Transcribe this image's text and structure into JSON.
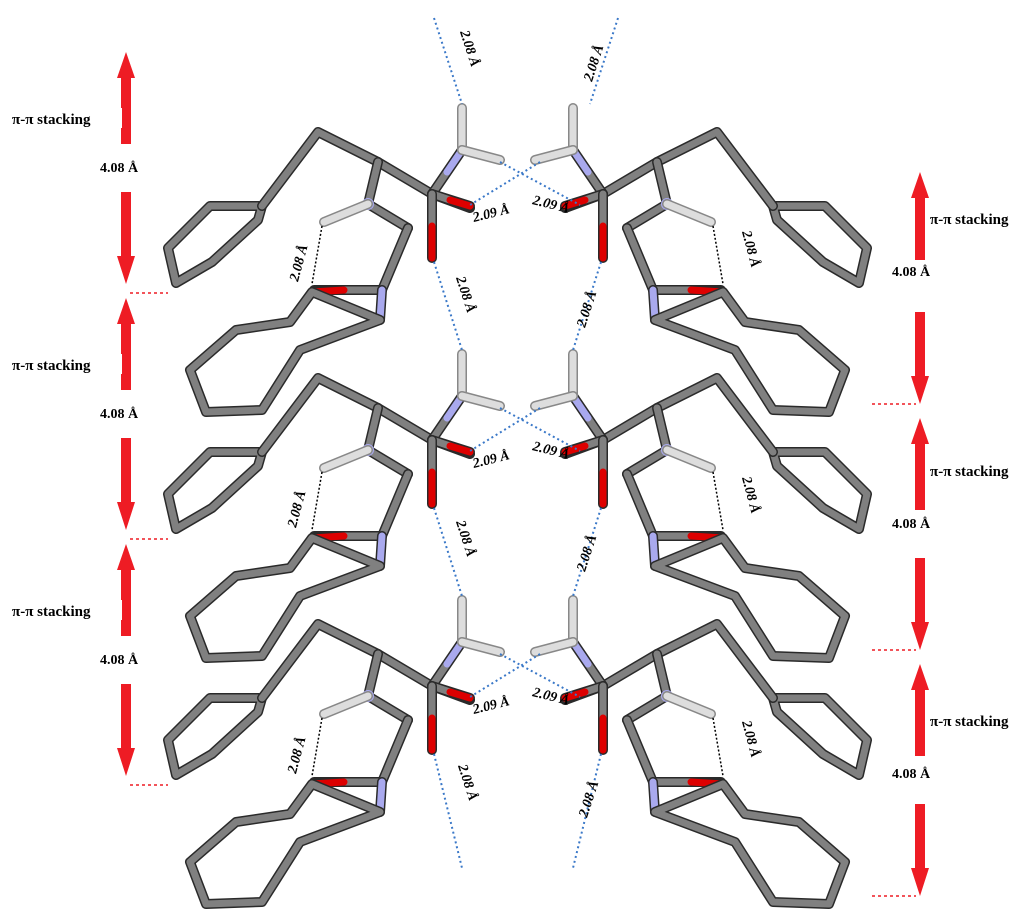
{
  "labels": {
    "pi_stacking": "π-π stacking",
    "stack_distance": "4.08 Å",
    "hbond_amide": "2.08 Å",
    "hbond_intra": "2.08 Å",
    "hbond_cross": "2.09 Å"
  },
  "colors": {
    "background": "#ffffff",
    "carbon": "#808080",
    "carbon_outline": "#2a2a2a",
    "nitrogen": "#a9a9ee",
    "oxygen": "#dd0000",
    "hydrogen": "#dddddd",
    "arrow": "#ee1c24",
    "hbond_blue": "#3a78c8",
    "hbond_black": "#000000"
  },
  "arrow_icon": "double-headed-arrow-icon",
  "hbond_style": "dotted"
}
